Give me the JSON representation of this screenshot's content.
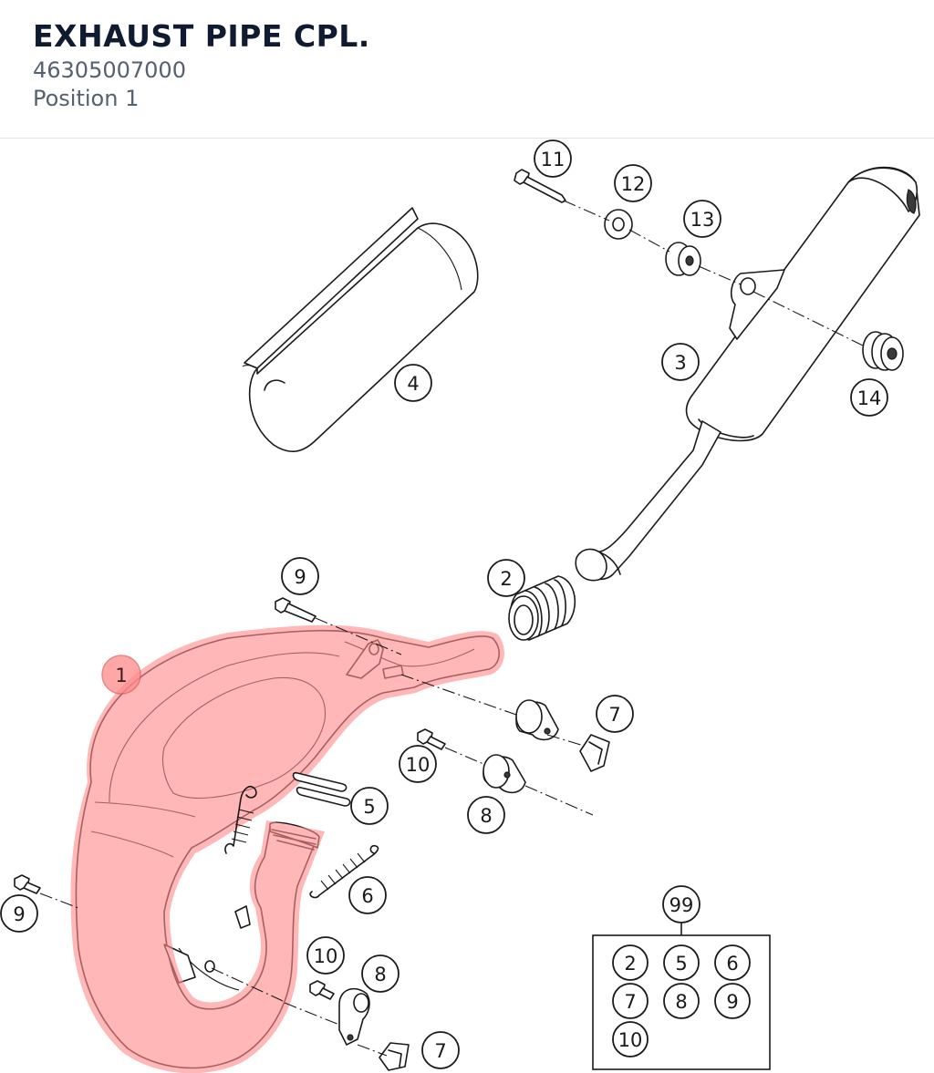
{
  "header": {
    "title": "EXHAUST PIPE CPL.",
    "part_number": "46305007000",
    "position": "Position 1"
  },
  "diagram": {
    "highlight_color": "#ff8a8a",
    "highlighted_position": "1",
    "callouts": {
      "c1": "1",
      "c2": "2",
      "c3": "3",
      "c4": "4",
      "c5": "5",
      "c6": "6",
      "c7a": "7",
      "c7b": "7",
      "c8a": "8",
      "c8b": "8",
      "c9a": "9",
      "c9b": "9",
      "c10a": "10",
      "c10b": "10",
      "c11": "11",
      "c12": "12",
      "c13": "13",
      "c14": "14"
    },
    "kit": {
      "label": "99",
      "items": [
        "2",
        "5",
        "6",
        "7",
        "8",
        "9",
        "10"
      ]
    }
  }
}
